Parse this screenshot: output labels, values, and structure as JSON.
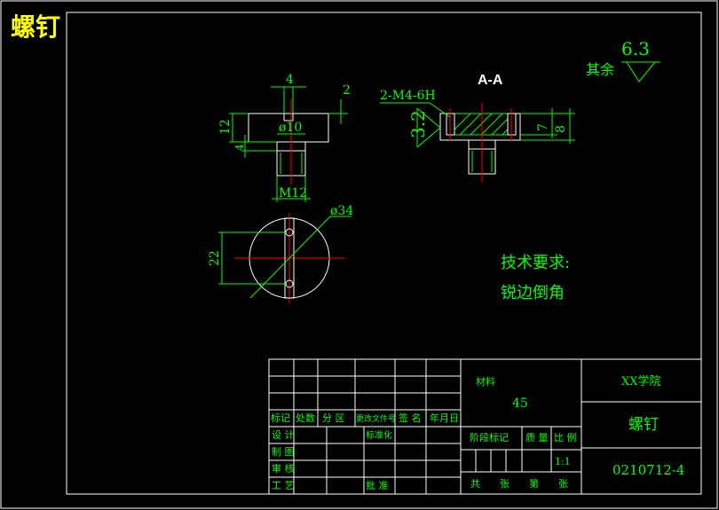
{
  "title": "螺钉",
  "dims": {
    "top_width": "4",
    "top_depth": "2",
    "height": "12",
    "height2": "4",
    "dia_hole": "ø10",
    "thread": "M12",
    "dia_outer": "ø34",
    "hole_spacing": "22",
    "thread_spec": "2-M4-6H",
    "section_label": "A-A",
    "surface": "3.2",
    "depth7": "7",
    "depth8": "8"
  },
  "roughness": {
    "label": "其余",
    "value": "6.3"
  },
  "notes": {
    "heading": "技术要求:",
    "line1": "锐边倒角"
  },
  "titleblock": {
    "col_headers": [
      "标记",
      "处数",
      "分 区",
      "更改文件号",
      "签 名",
      "年月日"
    ],
    "rows": [
      "设 计",
      "制 图",
      "审 核",
      "工 艺"
    ],
    "standard": "标准化",
    "approve": "批 准",
    "material_label": "材料",
    "material": "45",
    "stage_label": "阶段标记",
    "weight_label": "质 量",
    "scale_label": "比 例",
    "scale": "1:1",
    "footer": [
      "共",
      "张",
      "第",
      "张"
    ],
    "school": "XX学院",
    "part_name": "螺钉",
    "drawing_no": "0210712-4"
  },
  "colors": {
    "background": "#000000",
    "line": "#00ff00",
    "frame": "#ffffff",
    "center": "#ff0000",
    "title": "#ffff00"
  }
}
